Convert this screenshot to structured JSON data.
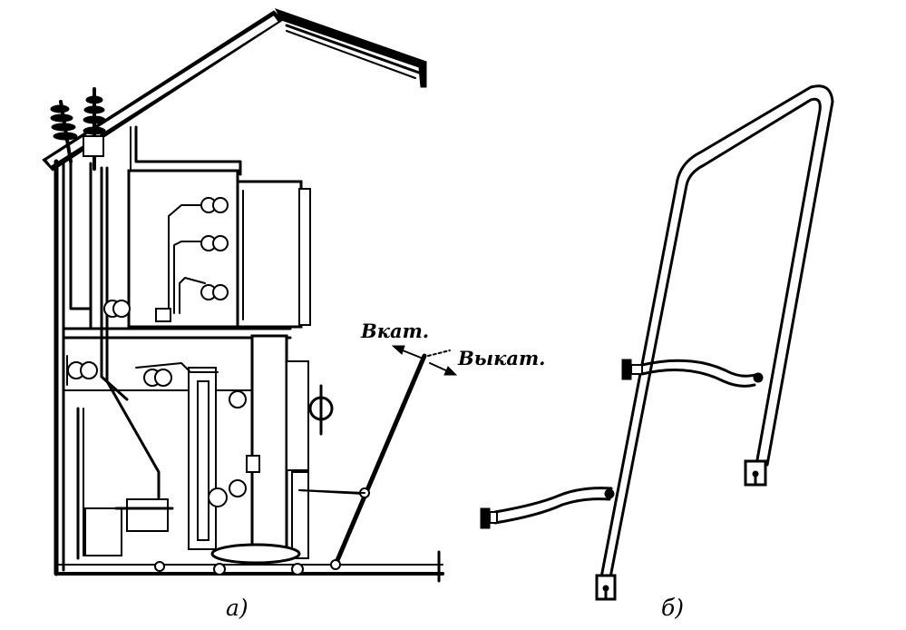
{
  "figure": {
    "labels": {
      "roll_in": "Вкат.",
      "roll_out": "Выкат.",
      "panel_a": "а)",
      "panel_b": "б)"
    }
  }
}
